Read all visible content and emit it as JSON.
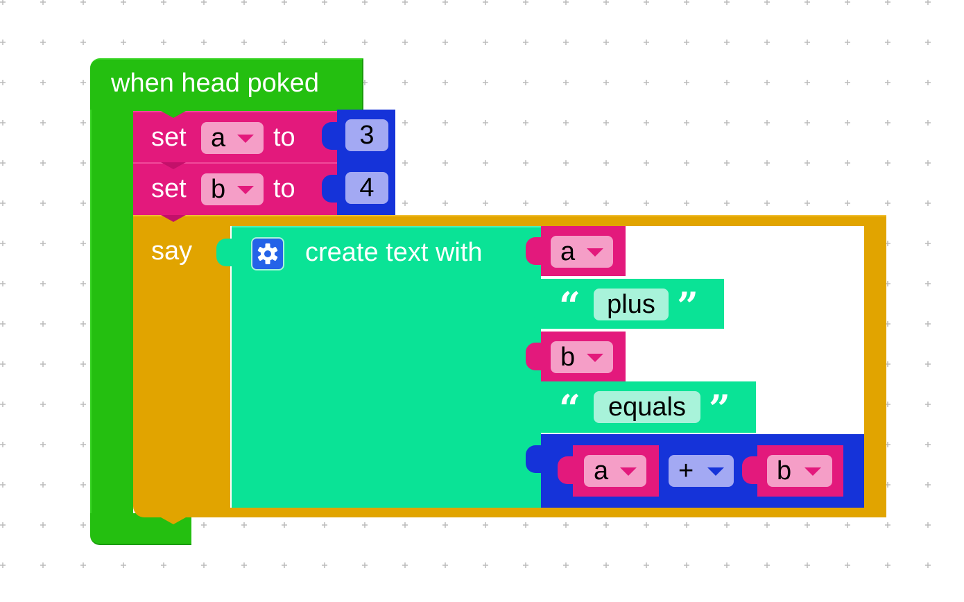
{
  "colors": {
    "event": "#24bf10",
    "variable": "#e3197c",
    "variable_field": "#f59ec7",
    "math": "#1533d9",
    "math_field": "#a3a9f3",
    "say": "#e1a400",
    "text": "#0ae396",
    "text_field": "#a8f3da",
    "gear_bg": "#2462e8",
    "grid_dot": "#bbbbbb"
  },
  "event_block": {
    "label": "when head poked"
  },
  "set_a": {
    "set_label": "set",
    "var": "a",
    "to_label": "to",
    "value": "3"
  },
  "set_b": {
    "set_label": "set",
    "var": "b",
    "to_label": "to",
    "value": "4"
  },
  "say_block": {
    "label": "say"
  },
  "create_text": {
    "label": "create text with",
    "gear_icon": "gear-icon",
    "items": {
      "var_a": "a",
      "text_plus": "plus",
      "var_b": "b",
      "text_equals": "equals",
      "math_left": "a",
      "math_op": "+",
      "math_right": "b"
    },
    "open_quote": "“",
    "close_quote": "”"
  }
}
